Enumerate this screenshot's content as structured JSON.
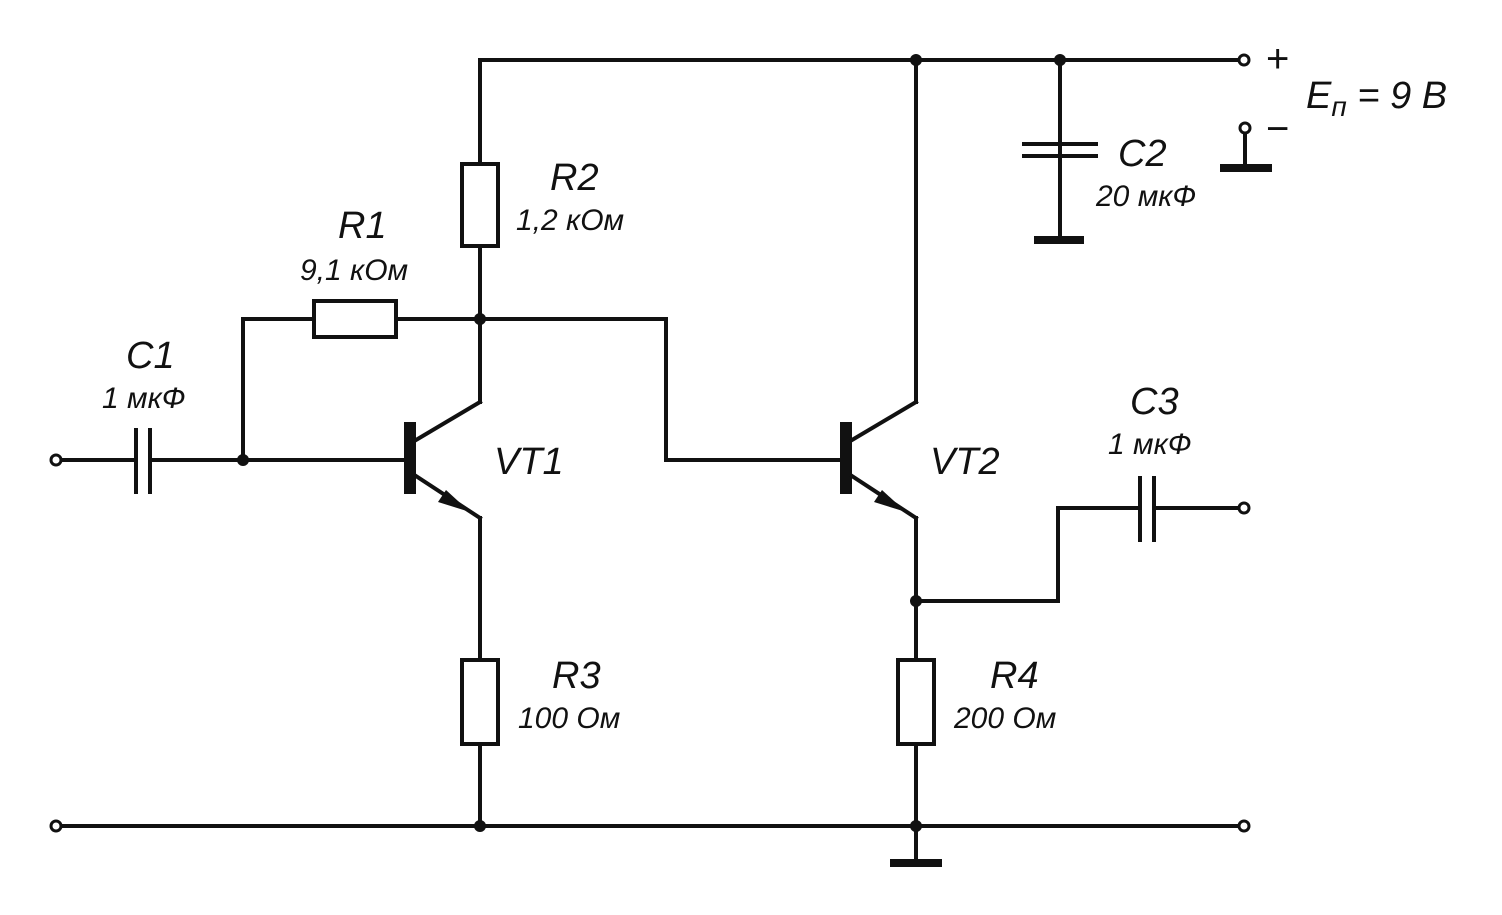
{
  "components": {
    "r1": {
      "name": "R1",
      "value": "9,1 кОм"
    },
    "r2": {
      "name": "R2",
      "value": "1,2 кОм"
    },
    "r3": {
      "name": "R3",
      "value": "100 Ом"
    },
    "r4": {
      "name": "R4",
      "value": "200 Ом"
    },
    "c1": {
      "name": "C1",
      "value": "1 мкФ"
    },
    "c2": {
      "name": "C2",
      "value": "20 мкФ"
    },
    "c3": {
      "name": "C3",
      "value": "1 мкФ"
    },
    "vt1": {
      "name": "VT1"
    },
    "vt2": {
      "name": "VT2"
    }
  },
  "supply": {
    "plus": "+",
    "minus": "−",
    "symbol": "E",
    "subscript": "п",
    "value": " = 9 В"
  },
  "colors": {
    "ink": "#111111",
    "background": "#ffffff"
  }
}
